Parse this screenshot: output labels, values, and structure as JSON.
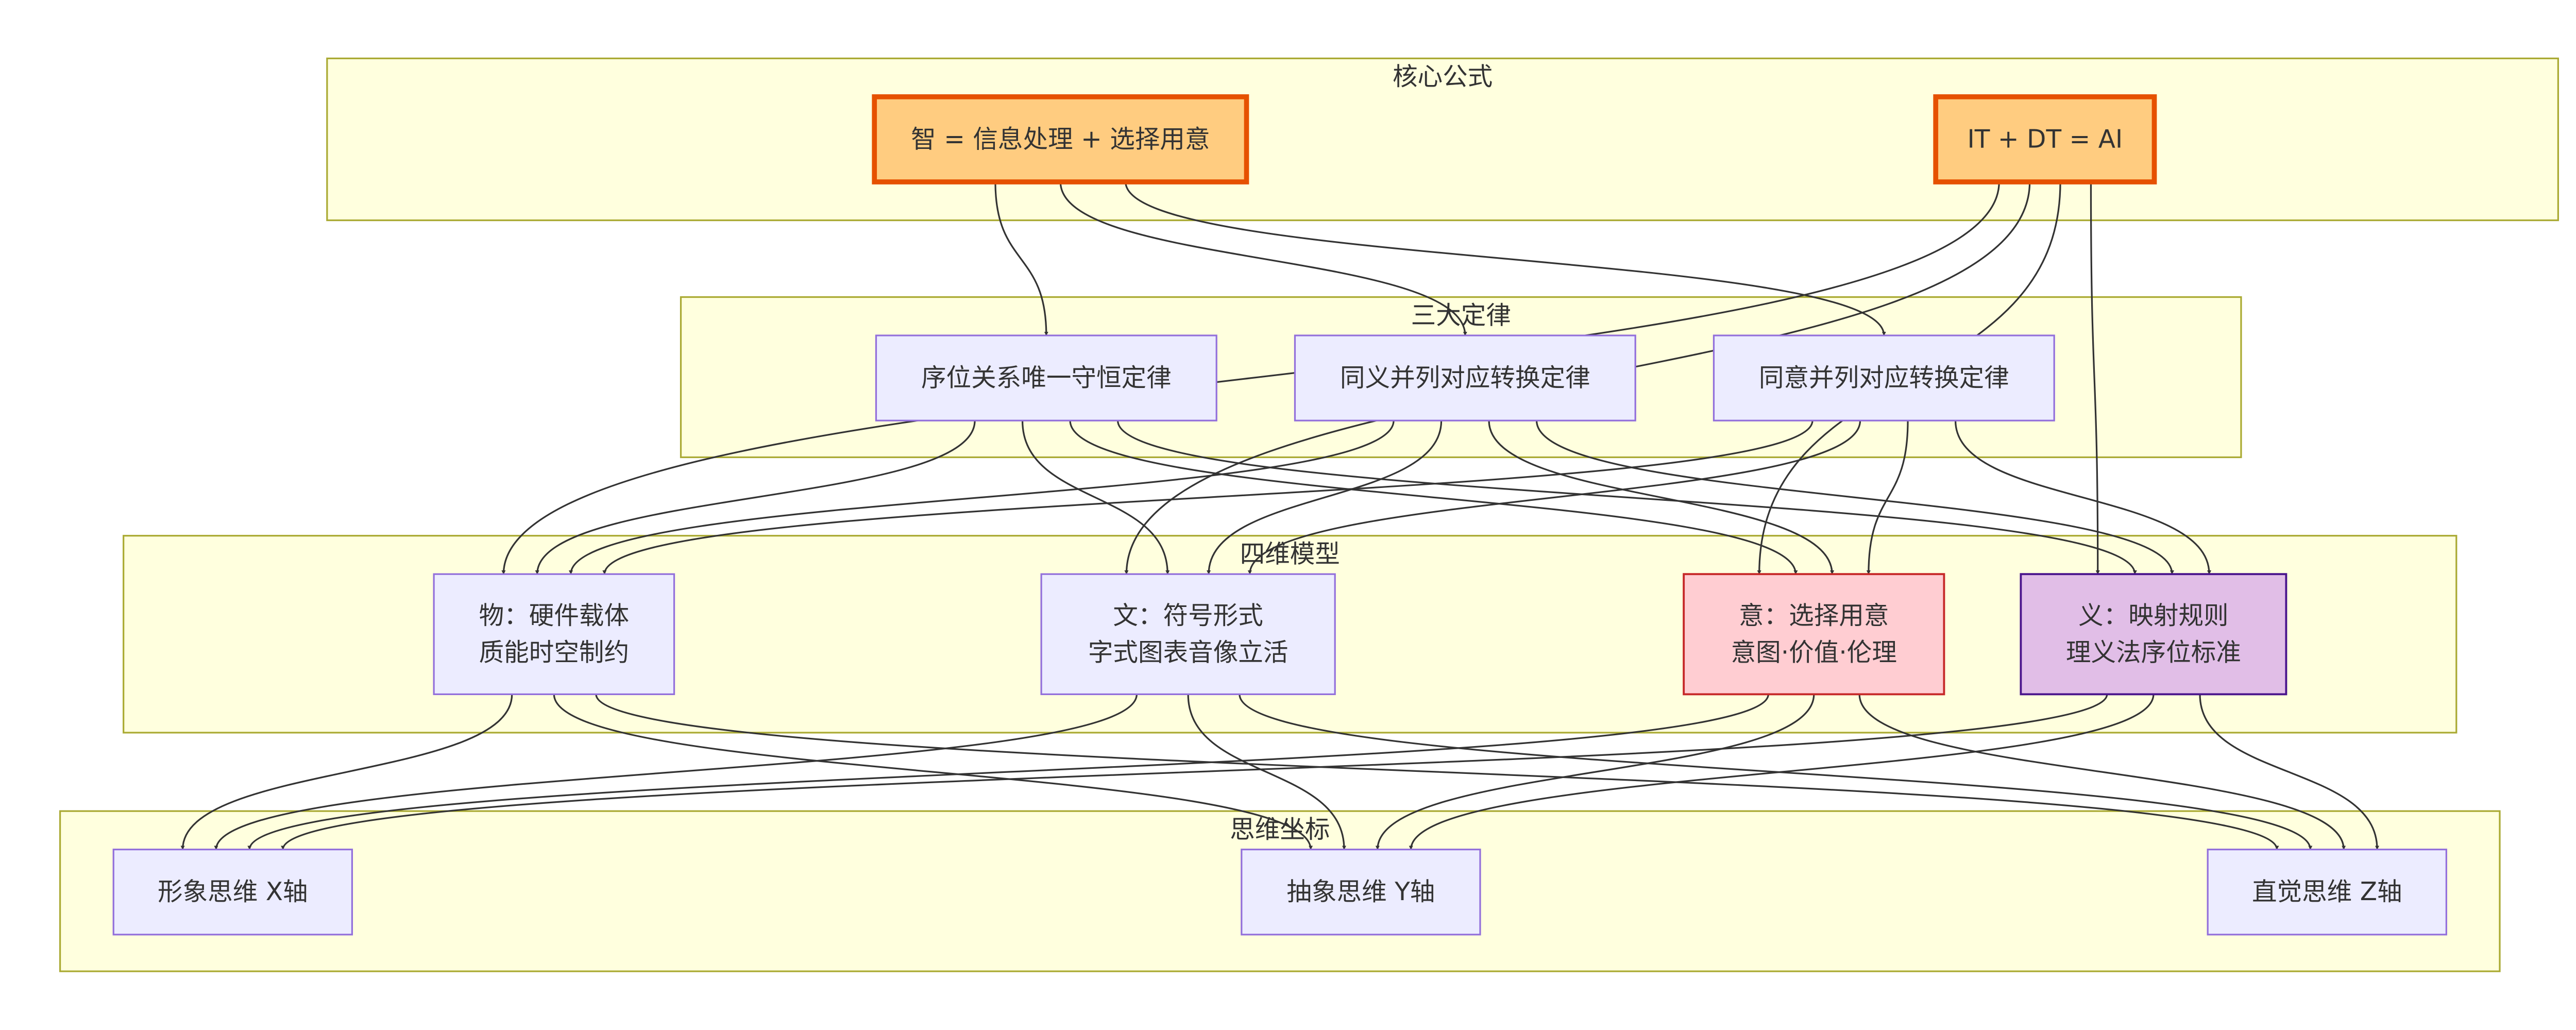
{
  "clusters": [
    {
      "id": "core",
      "title": "核心公式"
    },
    {
      "id": "laws",
      "title": "三大定律"
    },
    {
      "id": "model",
      "title": "四维模型"
    },
    {
      "id": "coords",
      "title": "思维坐标"
    }
  ],
  "nodes": [
    {
      "id": "zhi",
      "lines": [
        "智 = 信息处理 + 选择用意"
      ],
      "style": "formula"
    },
    {
      "id": "itdt",
      "lines": [
        "IT + DT = AI"
      ],
      "style": "formula"
    },
    {
      "id": "law1",
      "lines": [
        "序位关系唯一守恒定律"
      ],
      "style": "default"
    },
    {
      "id": "law2",
      "lines": [
        "同义并列对应转换定律"
      ],
      "style": "default"
    },
    {
      "id": "law3",
      "lines": [
        "同意并列对应转换定律"
      ],
      "style": "default"
    },
    {
      "id": "wu",
      "lines": [
        "物：硬件载体",
        "质能时空制约"
      ],
      "style": "default"
    },
    {
      "id": "wen",
      "lines": [
        "文：符号形式",
        "字式图表音像立活"
      ],
      "style": "default"
    },
    {
      "id": "yi_intent",
      "lines": [
        "意：选择用意",
        "意图·价值·伦理"
      ],
      "style": "intent"
    },
    {
      "id": "yi_rule",
      "lines": [
        "义：映射规则",
        "理义法序位标准"
      ],
      "style": "rule"
    },
    {
      "id": "x",
      "lines": [
        "形象思维 X轴"
      ],
      "style": "default"
    },
    {
      "id": "y",
      "lines": [
        "抽象思维 Y轴"
      ],
      "style": "default"
    },
    {
      "id": "z",
      "lines": [
        "直觉思维 Z轴"
      ],
      "style": "default"
    }
  ],
  "edges": [
    [
      "zhi",
      "law1"
    ],
    [
      "zhi",
      "law2"
    ],
    [
      "zhi",
      "law3"
    ],
    [
      "itdt",
      "wu"
    ],
    [
      "itdt",
      "wen"
    ],
    [
      "itdt",
      "yi_intent"
    ],
    [
      "itdt",
      "yi_rule"
    ],
    [
      "law1",
      "wu"
    ],
    [
      "law1",
      "wen"
    ],
    [
      "law1",
      "yi_intent"
    ],
    [
      "law1",
      "yi_rule"
    ],
    [
      "law2",
      "wu"
    ],
    [
      "law2",
      "wen"
    ],
    [
      "law2",
      "yi_intent"
    ],
    [
      "law2",
      "yi_rule"
    ],
    [
      "law3",
      "wu"
    ],
    [
      "law3",
      "wen"
    ],
    [
      "law3",
      "yi_intent"
    ],
    [
      "law3",
      "yi_rule"
    ],
    [
      "wu",
      "x"
    ],
    [
      "wu",
      "y"
    ],
    [
      "wu",
      "z"
    ],
    [
      "wen",
      "x"
    ],
    [
      "wen",
      "y"
    ],
    [
      "wen",
      "z"
    ],
    [
      "yi_intent",
      "x"
    ],
    [
      "yi_intent",
      "y"
    ],
    [
      "yi_intent",
      "z"
    ],
    [
      "yi_rule",
      "x"
    ],
    [
      "yi_rule",
      "y"
    ],
    [
      "yi_rule",
      "z"
    ]
  ],
  "colors": {
    "cluster_fill": "#ffffde",
    "cluster_stroke": "#aaaa33",
    "node_fill": "#ececff",
    "node_stroke": "#9370db",
    "formula_fill": "#ffcc80",
    "formula_stroke": "#e65100",
    "intent_fill": "#ffcdd2",
    "intent_stroke": "#c62828",
    "rule_fill": "#e1bee7",
    "rule_stroke": "#4a148c",
    "edge": "#333333",
    "text": "#333333"
  }
}
